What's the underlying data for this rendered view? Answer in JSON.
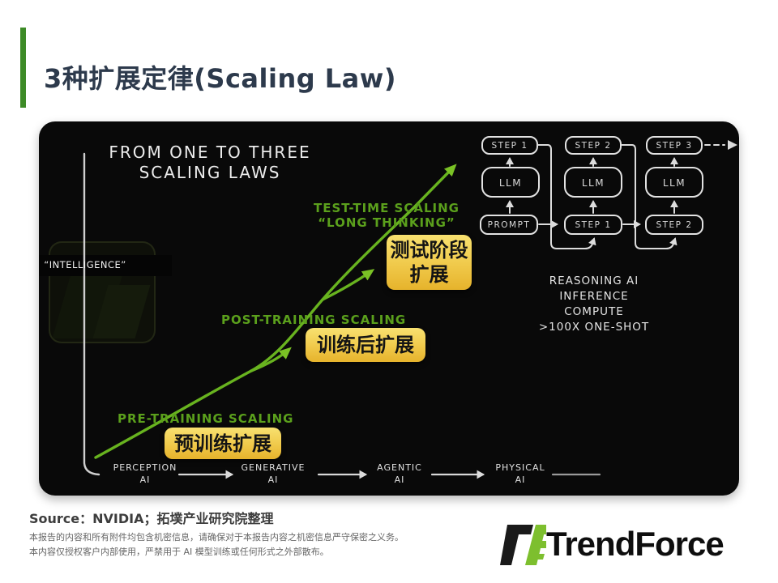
{
  "header": {
    "title": "3种扩展定律(Scaling Law)",
    "accent_color": "#3d8b27",
    "title_color": "#2d3a4c"
  },
  "slide": {
    "heading": {
      "line1": "FROM ONE TO THREE",
      "line2": "SCALING LAWS"
    },
    "y_axis_label": "“INTELLIGENCE”",
    "labels": {
      "pretrain": {
        "en": "PRE-TRAINING SCALING",
        "zh": "预训练扩展"
      },
      "posttrain": {
        "en": "POST-TRAINING SCALING",
        "zh": "训练后扩展"
      },
      "testtime": {
        "en_line1": "TEST-TIME SCALING",
        "en_line2": "“LONG THINKING”",
        "zh_line1": "测试阶段",
        "zh_line2": "扩展"
      }
    },
    "x_axis": [
      {
        "line1": "PERCEPTION",
        "line2": "AI"
      },
      {
        "line1": "GENERATIVE",
        "line2": "AI"
      },
      {
        "line1": "AGENTIC",
        "line2": "AI"
      },
      {
        "line1": "PHYSICAL",
        "line2": "AI"
      }
    ],
    "diagram": {
      "columns": [
        {
          "top": "STEP 1",
          "mid": "LLM",
          "bottom": "PROMPT"
        },
        {
          "top": "STEP 2",
          "mid": "LLM",
          "bottom": "STEP 1"
        },
        {
          "top": "STEP 3",
          "mid": "LLM",
          "bottom": "STEP 2"
        }
      ],
      "caption": {
        "line1": "REASONING AI INFERENCE",
        "line2": "COMPUTE",
        "line3": ">100X ONE-SHOT"
      }
    },
    "colors": {
      "nvidia_green": "#68b31f",
      "label_text_green": "#5ba01c",
      "highlight_yellow_top": "#f8e170",
      "highlight_yellow_bottom": "#e6b32c",
      "sketch_white": "#d9d9d9"
    }
  },
  "footer": {
    "source": "Source：NVIDIA；拓墣产业研究院整理",
    "disclaimer_line1": "本报告的内容和所有附件均包含机密信息，请确保对于本报告内容之机密信息严守保密之义务。",
    "disclaimer_line2": "本内容仅授权客户内部使用，严禁用于 AI 模型训练或任何形式之外部散布。",
    "brand": "TrendForce",
    "brand_green": "#7dbf2e"
  }
}
